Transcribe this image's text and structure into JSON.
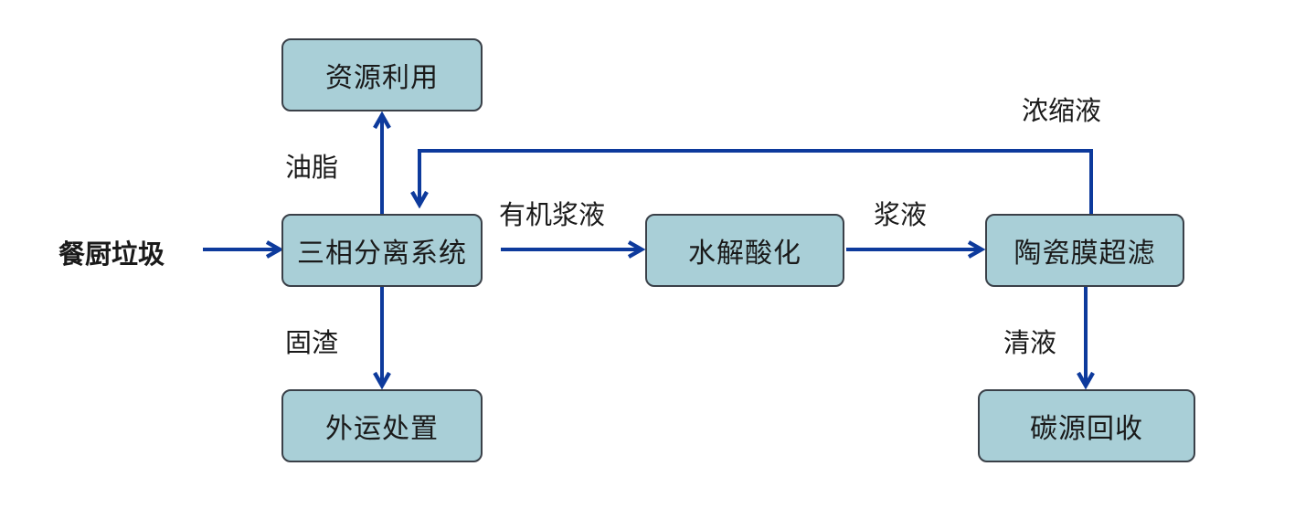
{
  "nodes": {
    "resource_use": "资源利用",
    "three_phase": "三相分离系统",
    "offsite_disposal": "外运处置",
    "hydrolysis": "水解酸化",
    "ceramic_uf": "陶瓷膜超滤",
    "carbon_recovery": "碳源回收"
  },
  "edges": {
    "source": "餐厨垃圾",
    "grease": "油脂",
    "solid_residue": "固渣",
    "organic_slurry": "有机浆液",
    "slurry": "浆液",
    "concentrate": "浓缩液",
    "clear_liquid": "清液"
  },
  "colors": {
    "box_fill": "#a9cfd7",
    "box_border": "#3a4048",
    "arrow": "#0d3a9c"
  }
}
